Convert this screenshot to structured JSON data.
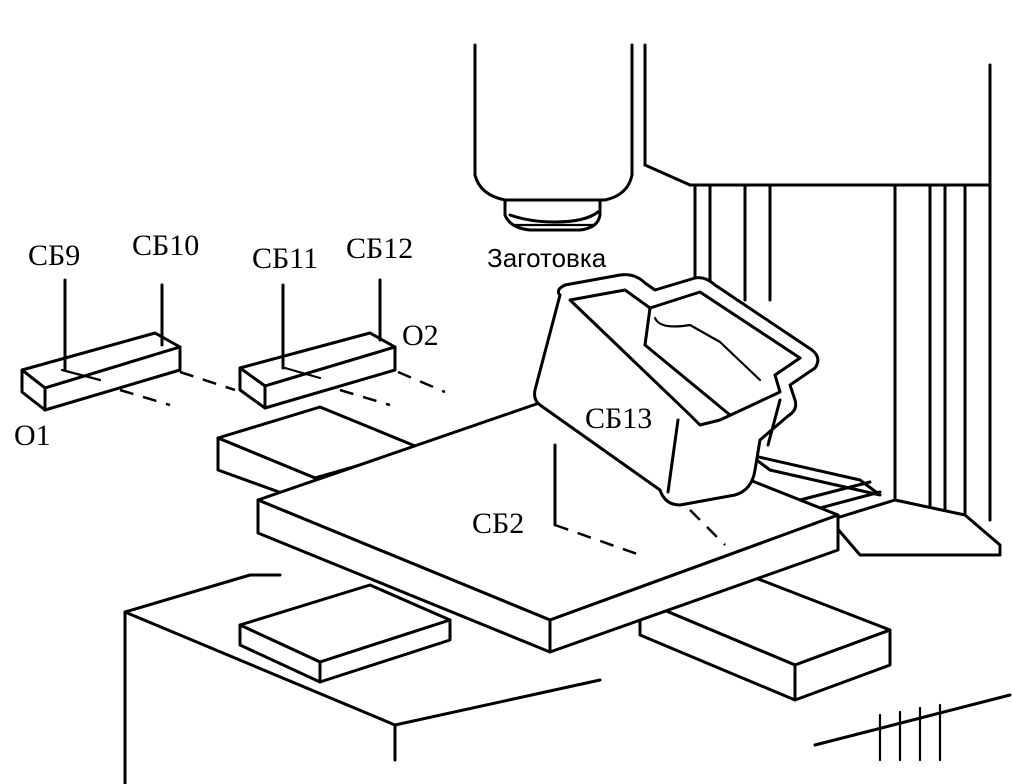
{
  "labels": {
    "sb9": "СБ9",
    "sb10": "СБ10",
    "sb11": "СБ11",
    "sb12": "СБ12",
    "o1": "O1",
    "o2": "O2",
    "workpiece": "Заготовка",
    "sb13": "СБ13",
    "sb2": "СБ2"
  }
}
